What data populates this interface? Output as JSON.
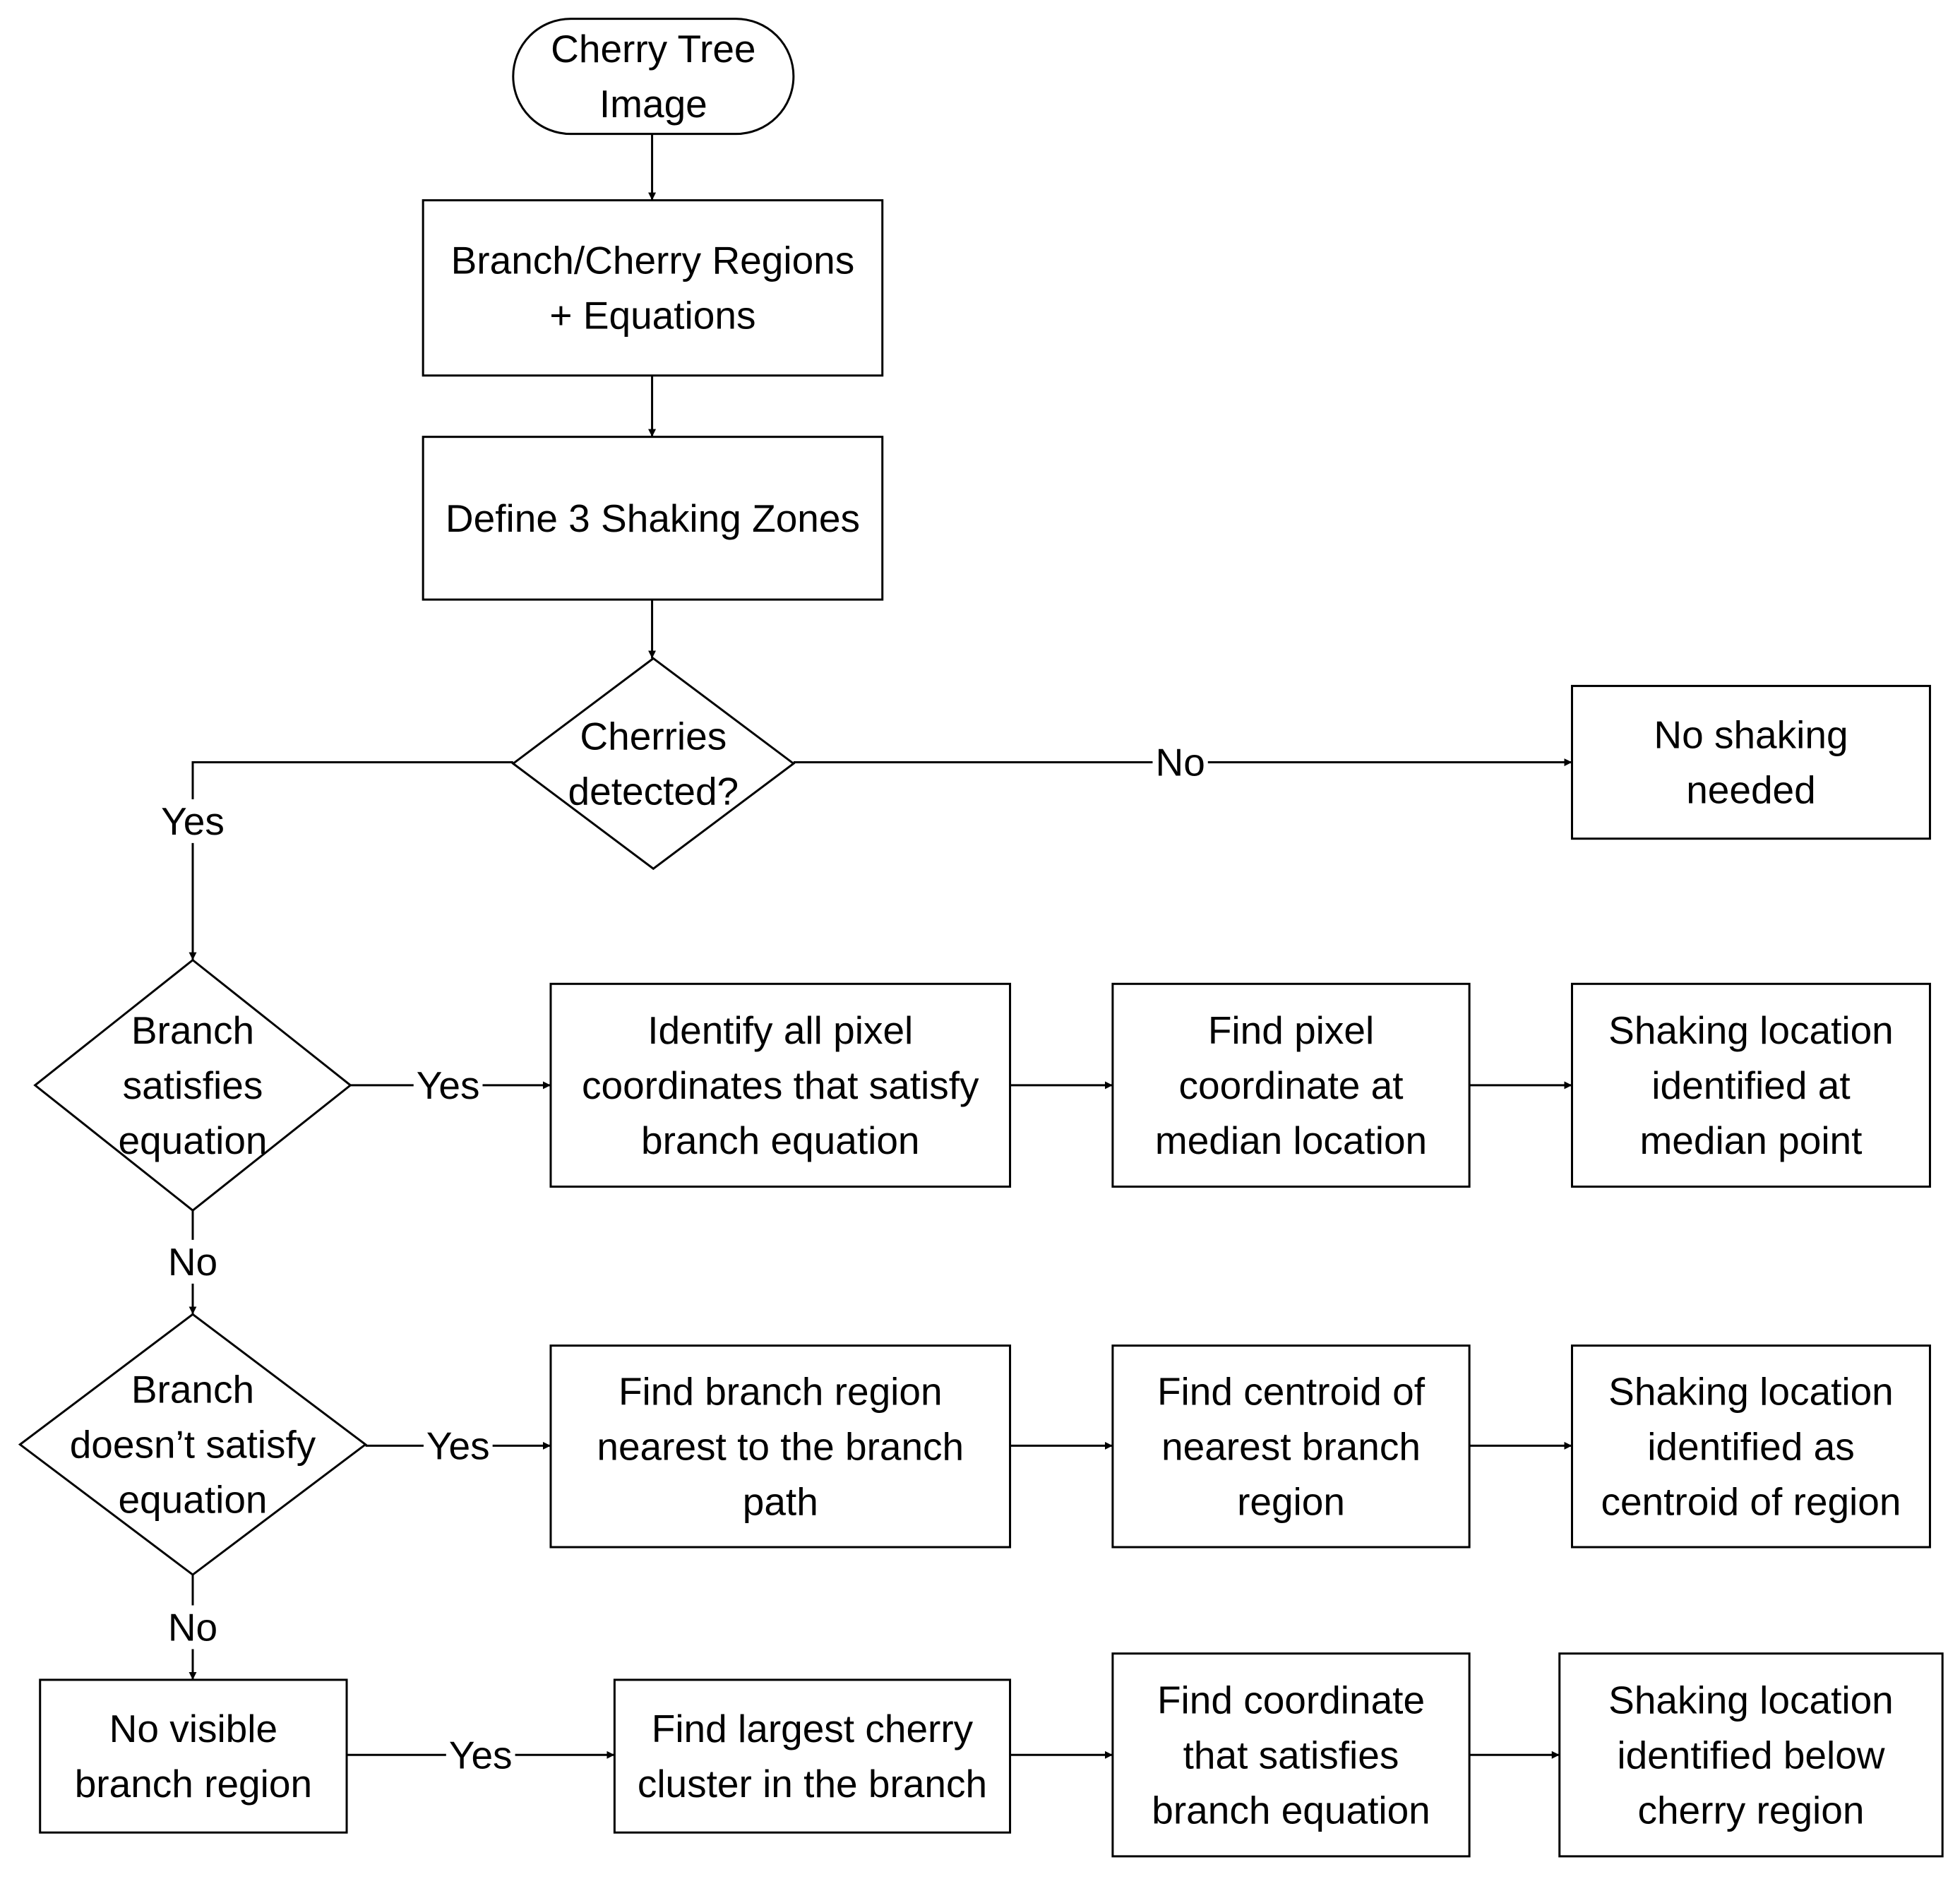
{
  "diagram": {
    "nodes": {
      "start": {
        "lines": [
          "Cherry Tree",
          "Image"
        ],
        "shape": "terminator"
      },
      "regions": {
        "lines": [
          "Branch/Cherry Regions",
          "+ Equations"
        ],
        "shape": "process"
      },
      "zones": {
        "lines": [
          "Define 3 Shaking Zones"
        ],
        "shape": "process"
      },
      "cherries_detected": {
        "lines": [
          "Cherries",
          "detected?"
        ],
        "shape": "decision"
      },
      "no_shaking": {
        "lines": [
          "No shaking",
          "needed"
        ],
        "shape": "process"
      },
      "branch_satisfies": {
        "lines": [
          "Branch",
          "satisfies",
          "equation"
        ],
        "shape": "decision"
      },
      "identify_pixels": {
        "lines": [
          "Identify all pixel",
          "coordinates that satisfy",
          "branch equation"
        ],
        "shape": "process"
      },
      "find_median": {
        "lines": [
          "Find pixel",
          "coordinate at",
          "median location"
        ],
        "shape": "process"
      },
      "shake_median": {
        "lines": [
          "Shaking location",
          "identified at",
          "median point"
        ],
        "shape": "process"
      },
      "branch_not_satisfies": {
        "lines": [
          "Branch",
          "doesn’t satisfy",
          "equation"
        ],
        "shape": "decision"
      },
      "nearest_region": {
        "lines": [
          "Find branch region",
          "nearest to the branch",
          "path"
        ],
        "shape": "process"
      },
      "centroid": {
        "lines": [
          "Find centroid of",
          "nearest branch",
          "region"
        ],
        "shape": "process"
      },
      "shake_centroid": {
        "lines": [
          "Shaking location",
          "identified as",
          "centroid of region"
        ],
        "shape": "process"
      },
      "no_visible": {
        "lines": [
          "No visible",
          "branch region"
        ],
        "shape": "process"
      },
      "largest_cluster": {
        "lines": [
          "Find largest cherry",
          "cluster in the branch"
        ],
        "shape": "process"
      },
      "coord_satisfies": {
        "lines": [
          "Find coordinate",
          "that satisfies",
          "branch equation"
        ],
        "shape": "process"
      },
      "shake_below": {
        "lines": [
          "Shaking location",
          "identified below",
          "cherry region"
        ],
        "shape": "process"
      }
    },
    "edges": {
      "start_regions": {
        "from": "start",
        "to": "regions",
        "label": ""
      },
      "regions_zones": {
        "from": "regions",
        "to": "zones",
        "label": ""
      },
      "zones_detect": {
        "from": "zones",
        "to": "cherries_detected",
        "label": ""
      },
      "detect_no": {
        "from": "cherries_detected",
        "to": "no_shaking",
        "label": "No"
      },
      "detect_yes": {
        "from": "cherries_detected",
        "to": "branch_satisfies",
        "label": "Yes"
      },
      "sat_yes": {
        "from": "branch_satisfies",
        "to": "identify_pixels",
        "label": "Yes"
      },
      "identify_median": {
        "from": "identify_pixels",
        "to": "find_median",
        "label": ""
      },
      "median_shake": {
        "from": "find_median",
        "to": "shake_median",
        "label": ""
      },
      "sat_no": {
        "from": "branch_satisfies",
        "to": "branch_not_satisfies",
        "label": "No"
      },
      "notsat_yes": {
        "from": "branch_not_satisfies",
        "to": "nearest_region",
        "label": "Yes"
      },
      "nearest_centroid": {
        "from": "nearest_region",
        "to": "centroid",
        "label": ""
      },
      "centroid_shake": {
        "from": "centroid",
        "to": "shake_centroid",
        "label": ""
      },
      "notsat_no": {
        "from": "branch_not_satisfies",
        "to": "no_visible",
        "label": "No"
      },
      "novis_yes": {
        "from": "no_visible",
        "to": "largest_cluster",
        "label": "Yes"
      },
      "cluster_coord": {
        "from": "largest_cluster",
        "to": "coord_satisfies",
        "label": ""
      },
      "coord_shake": {
        "from": "coord_satisfies",
        "to": "shake_below",
        "label": ""
      }
    }
  }
}
